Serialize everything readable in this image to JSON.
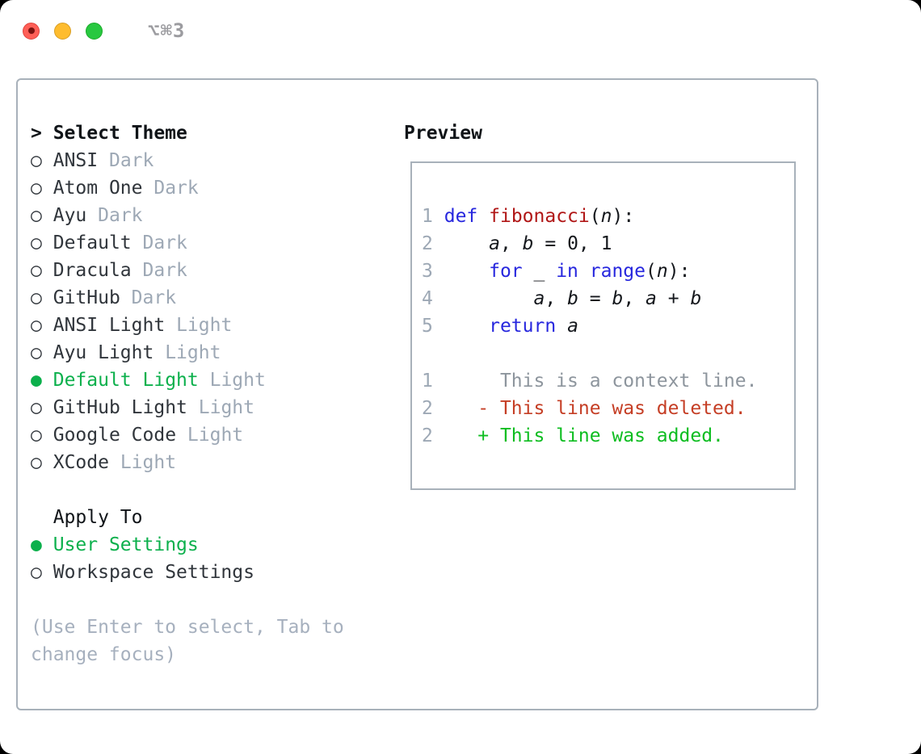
{
  "window": {
    "title": "⌥⌘3",
    "controls": {
      "close": "close-button",
      "minimize": "minimize-button",
      "zoom": "zoom-button"
    }
  },
  "icons": {
    "radio_selected": "●",
    "radio_unselected": "○",
    "prompt_caret": ">"
  },
  "colors": {
    "accent_green": "#0cb04c",
    "added_green": "#0dbd20",
    "deleted_red": "#c53e25",
    "keyword_blue": "#2727de",
    "function_red": "#b01616",
    "muted_gray": "#9da8b5",
    "hint_gray": "#a6b0be",
    "context_gray": "#8d959d"
  },
  "theme_picker": {
    "prompt": ">",
    "title": "Select Theme",
    "themes": [
      {
        "name": "ANSI",
        "tag": "Dark",
        "selected": false
      },
      {
        "name": "Atom One",
        "tag": "Dark",
        "selected": false
      },
      {
        "name": "Ayu",
        "tag": "Dark",
        "selected": false
      },
      {
        "name": "Default",
        "tag": "Dark",
        "selected": false
      },
      {
        "name": "Dracula",
        "tag": "Dark",
        "selected": false
      },
      {
        "name": "GitHub",
        "tag": "Dark",
        "selected": false
      },
      {
        "name": "ANSI Light",
        "tag": "Light",
        "selected": false
      },
      {
        "name": "Ayu Light",
        "tag": "Light",
        "selected": false
      },
      {
        "name": "Default Light",
        "tag": "Light",
        "selected": true
      },
      {
        "name": "GitHub Light",
        "tag": "Light",
        "selected": false
      },
      {
        "name": "Google Code",
        "tag": "Light",
        "selected": false
      },
      {
        "name": "XCode",
        "tag": "Light",
        "selected": false
      }
    ]
  },
  "apply_to": {
    "title": "Apply To",
    "options": [
      {
        "label": "User Settings",
        "selected": true
      },
      {
        "label": "Workspace Settings",
        "selected": false
      }
    ]
  },
  "hint": {
    "line1": "(Use Enter to select, Tab to",
    "line2": "change focus)"
  },
  "preview": {
    "title": "Preview",
    "code_lines": [
      {
        "num": "1",
        "tokens": [
          {
            "t": "def",
            "s": "kw"
          },
          {
            "t": " ",
            "s": "pl"
          },
          {
            "t": "fibonacci",
            "s": "fn"
          },
          {
            "t": "(",
            "s": "pl"
          },
          {
            "t": "n",
            "s": "var"
          },
          {
            "t": "):",
            "s": "pl"
          }
        ]
      },
      {
        "num": "2",
        "tokens": [
          {
            "t": "    ",
            "s": "pl"
          },
          {
            "t": "a",
            "s": "var"
          },
          {
            "t": ", ",
            "s": "pl"
          },
          {
            "t": "b",
            "s": "var"
          },
          {
            "t": " = 0, 1",
            "s": "pl"
          }
        ]
      },
      {
        "num": "3",
        "tokens": [
          {
            "t": "    ",
            "s": "pl"
          },
          {
            "t": "for",
            "s": "kw"
          },
          {
            "t": " _ ",
            "s": "pl"
          },
          {
            "t": "in",
            "s": "kw"
          },
          {
            "t": " ",
            "s": "pl"
          },
          {
            "t": "range",
            "s": "kw"
          },
          {
            "t": "(",
            "s": "pl"
          },
          {
            "t": "n",
            "s": "var"
          },
          {
            "t": "):",
            "s": "pl"
          }
        ]
      },
      {
        "num": "4",
        "tokens": [
          {
            "t": "        ",
            "s": "pl"
          },
          {
            "t": "a",
            "s": "var"
          },
          {
            "t": ", ",
            "s": "pl"
          },
          {
            "t": "b",
            "s": "var"
          },
          {
            "t": " = ",
            "s": "pl"
          },
          {
            "t": "b",
            "s": "var"
          },
          {
            "t": ", ",
            "s": "pl"
          },
          {
            "t": "a",
            "s": "var"
          },
          {
            "t": " + ",
            "s": "pl"
          },
          {
            "t": "b",
            "s": "var"
          }
        ]
      },
      {
        "num": "5",
        "tokens": [
          {
            "t": "    ",
            "s": "pl"
          },
          {
            "t": "return",
            "s": "kw"
          },
          {
            "t": " ",
            "s": "pl"
          },
          {
            "t": "a",
            "s": "var"
          }
        ]
      }
    ],
    "diff_lines": [
      {
        "num": "1",
        "body": "      This is a context line.",
        "style": "ctx"
      },
      {
        "num": "2",
        "body": "    - This line was deleted.",
        "style": "del"
      },
      {
        "num": "2",
        "body": "    + This line was added.",
        "style": "add"
      }
    ]
  }
}
